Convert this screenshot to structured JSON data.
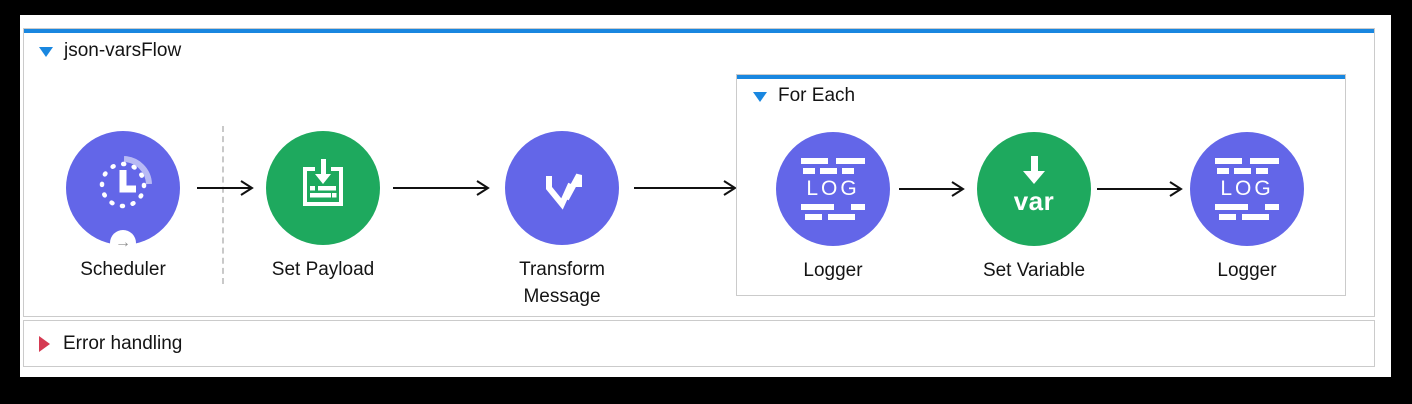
{
  "colors": {
    "accent_blue": "#1987E0",
    "node_purple": "#6366E8",
    "node_green": "#1EA95E",
    "error_red": "#D53A52",
    "container_border": "#CBCBCB"
  },
  "flow": {
    "title": "json-varsFlow",
    "nodes": {
      "scheduler": {
        "label": "Scheduler"
      },
      "set_payload": {
        "label": "Set Payload"
      },
      "transform": {
        "label": "Transform Message"
      }
    },
    "for_each": {
      "title": "For Each",
      "nodes": {
        "logger1": {
          "label": "Logger",
          "glyph": "LOG"
        },
        "set_variable": {
          "label": "Set Variable",
          "glyph": "var"
        },
        "logger2": {
          "label": "Logger",
          "glyph": "LOG"
        }
      }
    },
    "error_handling": {
      "label": "Error handling"
    },
    "trigger_badge_glyph": "→"
  }
}
